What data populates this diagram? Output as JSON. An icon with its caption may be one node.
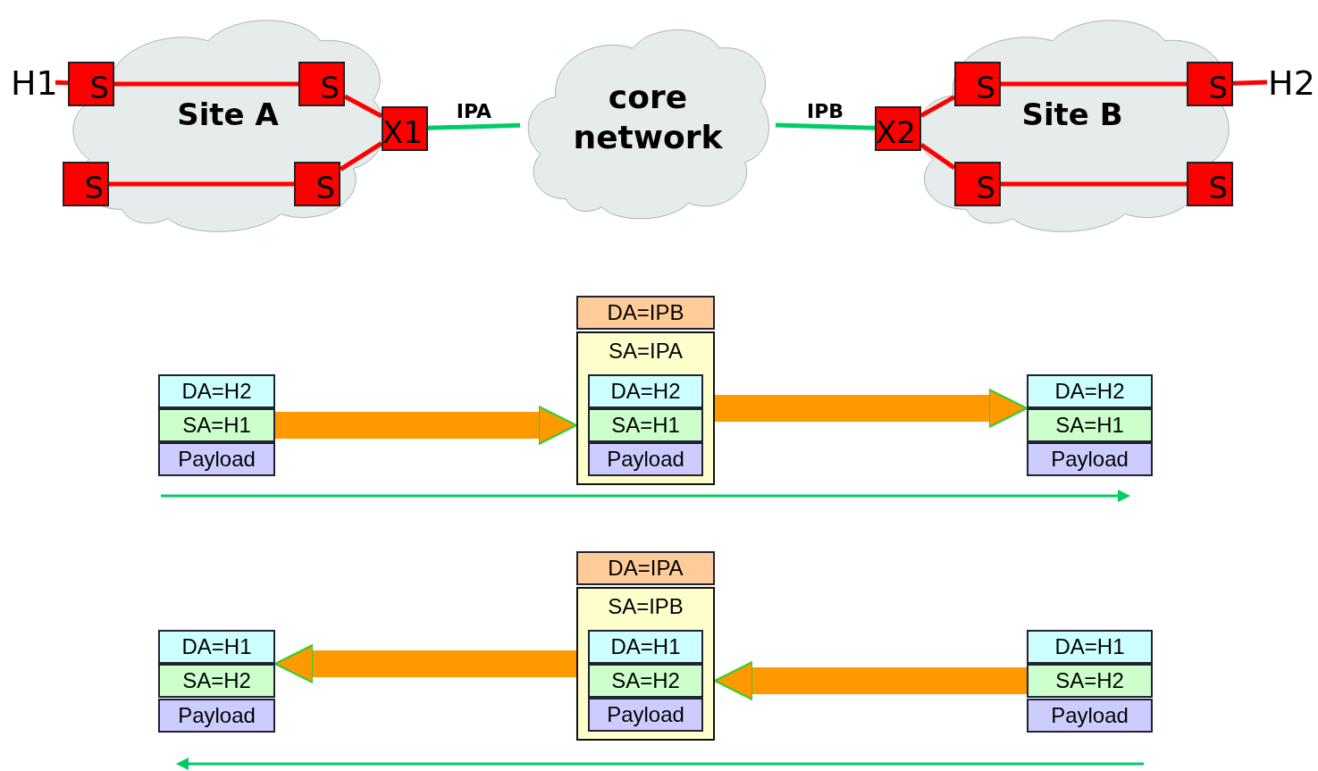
{
  "diagram": {
    "nodes": [
      {
        "text": [
          "Site A"
        ]
      },
      {
        "text": [
          "H1"
        ]
      },
      {
        "text": [
          "S"
        ],
        "in": 0
      },
      {
        "text": [
          "S"
        ],
        "in": 0
      },
      {
        "text": [
          "S"
        ],
        "in": 0
      },
      {
        "text": [
          "S"
        ],
        "in": 0
      },
      {
        "text": [
          "X1"
        ]
      },
      {
        "text": [
          "core network"
        ]
      },
      {
        "text": [
          "Site B"
        ]
      },
      {
        "text": [
          "X2"
        ]
      },
      {
        "text": [
          "S"
        ],
        "in": 8
      },
      {
        "text": [
          "S"
        ],
        "in": 8
      },
      {
        "text": [
          "S"
        ],
        "in": 8
      },
      {
        "text": [
          "S"
        ],
        "in": 8
      },
      {
        "text": [
          "H2"
        ]
      },
      {
        "text": [
          "DA=H2"
        ]
      },
      {
        "text": [
          "SA=H1"
        ]
      },
      {
        "text": [
          "Payload"
        ]
      },
      {
        "text": [
          "DA=IPB"
        ]
      },
      {
        "text": [
          "SA=IPA"
        ]
      },
      {
        "text": [
          "DA=H2"
        ],
        "in": 19
      },
      {
        "text": [
          "SA=H1"
        ],
        "in": 19
      },
      {
        "text": [
          "Payload"
        ],
        "in": 19
      },
      {
        "text": [
          "DA=H2"
        ]
      },
      {
        "text": [
          "SA=H1"
        ]
      },
      {
        "text": [
          "Payload"
        ]
      },
      {
        "text": [
          "DA=H1"
        ]
      },
      {
        "text": [
          "SA=H2"
        ]
      },
      {
        "text": [
          "Payload"
        ]
      },
      {
        "text": [
          "DA=IPA"
        ]
      },
      {
        "text": [
          "SA=IPB"
        ]
      },
      {
        "text": [
          "DA=H1"
        ],
        "in": 30
      },
      {
        "text": [
          "SA=H2"
        ],
        "in": 30
      },
      {
        "text": [
          "Payload"
        ],
        "in": 30
      },
      {
        "text": [
          "DA=H1"
        ]
      },
      {
        "text": [
          "SA=H2"
        ]
      },
      {
        "text": [
          "Payload"
        ]
      }
    ],
    "edges": [
      {
        "from": 1,
        "to": 2,
        "arrow": "none"
      },
      {
        "from": 2,
        "to": 3,
        "arrow": "none"
      },
      {
        "from": 4,
        "to": 5,
        "arrow": "none"
      },
      {
        "from": 3,
        "to": 6,
        "arrow": "none"
      },
      {
        "from": 5,
        "to": 6,
        "arrow": "none"
      },
      {
        "from": 6,
        "to": 7,
        "arrow": "none",
        "label": "IPA",
        "color": "#00cc66"
      },
      {
        "from": 7,
        "to": 9,
        "arrow": "none",
        "label": "IPB",
        "color": "#00cc66"
      },
      {
        "from": 9,
        "to": 10,
        "arrow": "none"
      },
      {
        "from": 9,
        "to": 12,
        "arrow": "none"
      },
      {
        "from": 10,
        "to": 11,
        "arrow": "none"
      },
      {
        "from": 12,
        "to": 13,
        "arrow": "none"
      },
      {
        "from": 11,
        "to": 14,
        "arrow": "none"
      },
      {
        "from": 16,
        "to": 19,
        "arrow": "to",
        "style": "thick",
        "color": "#ff9900"
      },
      {
        "from": 19,
        "to": 24,
        "arrow": "to",
        "style": "thick",
        "color": "#ff9900"
      },
      {
        "from": 35,
        "to": 30,
        "arrow": "to",
        "style": "thick",
        "color": "#ff9900"
      },
      {
        "from": 30,
        "to": 27,
        "arrow": "to",
        "style": "thick",
        "color": "#ff9900"
      }
    ]
  }
}
